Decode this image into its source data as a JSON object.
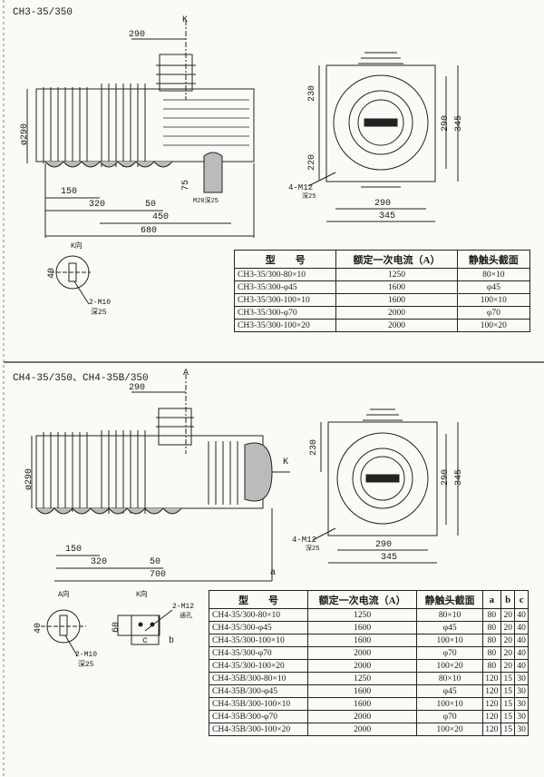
{
  "top": {
    "title": "CH3-35/350",
    "labels": {
      "d290": "290",
      "k": "K",
      "phi290": "ø290",
      "d150": "150",
      "d320": "320",
      "d50": "50",
      "d450": "450",
      "d680": "680",
      "d75": "75",
      "m20": "M20深25",
      "kview": "K向",
      "d40": "40",
      "m10": "2-M10",
      "m10depth": "深25"
    },
    "side": {
      "d230": "230",
      "d220": "220",
      "d290v": "290",
      "d345v": "345",
      "m12": "4-M12",
      "m12depth": "深25",
      "d290h": "290",
      "d345h": "345"
    },
    "table": {
      "headers": [
        "型　　号",
        "额定一次电流（A）",
        "静触头截面"
      ],
      "rows": [
        [
          "CH3-35/300-80×10",
          "1250",
          "80×10"
        ],
        [
          "CH3-35/300-φ45",
          "1600",
          "φ45"
        ],
        [
          "CH3-35/300-100×10",
          "1600",
          "100×10"
        ],
        [
          "CH3-35/300-φ70",
          "2000",
          "φ70"
        ],
        [
          "CH3-35/300-100×20",
          "2000",
          "100×20"
        ]
      ]
    }
  },
  "bottom": {
    "title": "CH4-35/350、CH4-35B/350",
    "labels": {
      "d290": "290",
      "a_dir": "A",
      "k": "K",
      "phi290": "ø290",
      "d150": "150",
      "d320": "320",
      "d50": "50",
      "d700": "700",
      "a": "a",
      "aview": "A向",
      "kview": "K向",
      "m12": "2-M12",
      "m12hole": "通孔",
      "d60": "60",
      "c": "c",
      "b": "b",
      "d40": "40",
      "m10": "2-M10",
      "m10depth": "深25"
    },
    "side": {
      "d230": "230",
      "d290v": "290",
      "d345v": "345",
      "m12": "4-M12",
      "m12depth": "深25",
      "d290h": "290",
      "d345h": "345"
    },
    "table": {
      "headers": [
        "型　　号",
        "额定一次电流（A）",
        "静触头截面",
        "a",
        "b",
        "c"
      ],
      "rows": [
        [
          "CH4-35/300-80×10",
          "1250",
          "80×10",
          "80",
          "20",
          "40"
        ],
        [
          "CH4-35/300-φ45",
          "1600",
          "φ45",
          "80",
          "20",
          "40"
        ],
        [
          "CH4-35/300-100×10",
          "1600",
          "100×10",
          "80",
          "20",
          "40"
        ],
        [
          "CH4-35/300-φ70",
          "2000",
          "φ70",
          "80",
          "20",
          "40"
        ],
        [
          "CH4-35/300-100×20",
          "2000",
          "100×20",
          "80",
          "20",
          "40"
        ],
        [
          "CH4-35B/300-80×10",
          "1250",
          "80×10",
          "120",
          "15",
          "30"
        ],
        [
          "CH4-35B/300-φ45",
          "1600",
          "φ45",
          "120",
          "15",
          "30"
        ],
        [
          "CH4-35B/300-100×10",
          "1600",
          "100×10",
          "120",
          "15",
          "30"
        ],
        [
          "CH4-35B/300-φ70",
          "2000",
          "φ70",
          "120",
          "15",
          "30"
        ],
        [
          "CH4-35B/300-100×20",
          "2000",
          "100×20",
          "120",
          "15",
          "30"
        ]
      ]
    }
  }
}
